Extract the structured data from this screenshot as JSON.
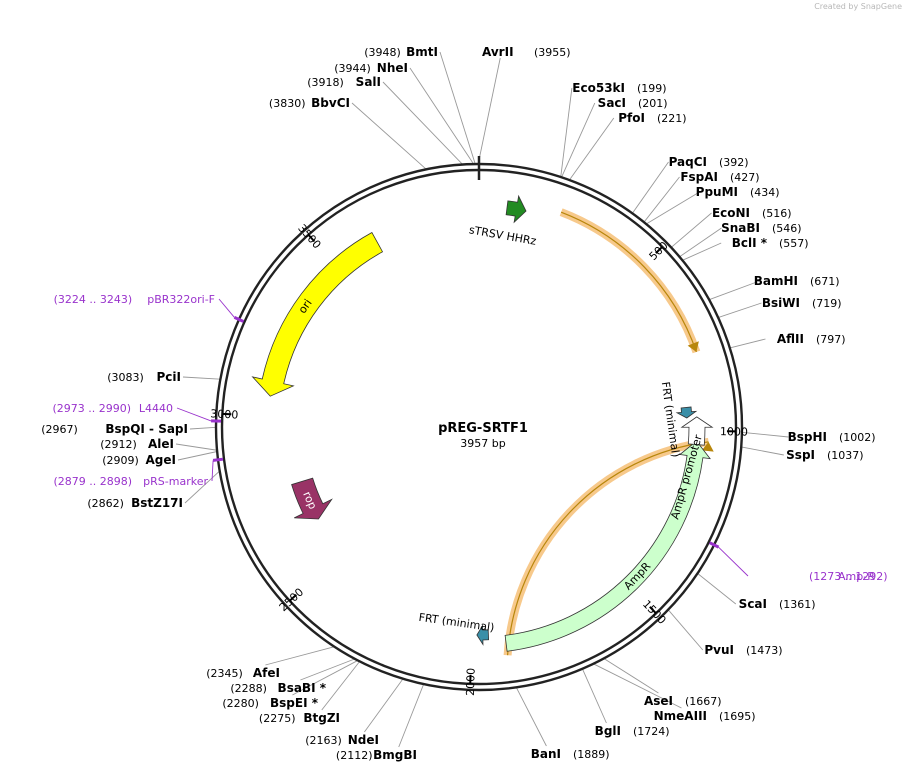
{
  "watermark": "Created by  SnapGene",
  "plasmid": {
    "name": "pREG-SRTF1",
    "size_label": "3957 bp",
    "length": 3957
  },
  "colors": {
    "backbone": "#222222",
    "ori": "#ffff00",
    "ampr": "#ccffcc",
    "rop": "#993366",
    "frt": "#3a8fa8",
    "hhrz": "#228b22",
    "orf": "#f7c98b",
    "primer": "#9933cc",
    "leader": "#999999"
  },
  "ticks": [
    {
      "pos": 500,
      "label": "500"
    },
    {
      "pos": 1000,
      "label": "1000"
    },
    {
      "pos": 1500,
      "label": "1500"
    },
    {
      "pos": 2000,
      "label": "2000"
    },
    {
      "pos": 2500,
      "label": "2500"
    },
    {
      "pos": 3000,
      "label": "3000"
    },
    {
      "pos": 3500,
      "label": "3500"
    }
  ],
  "features": [
    {
      "id": "ori",
      "label": "ori",
      "start": 3060,
      "end": 3640,
      "strand": -1,
      "type": "ori"
    },
    {
      "id": "ampr",
      "label": "AmpR",
      "start": 1030,
      "end": 1900,
      "strand": -1,
      "type": "ampr"
    },
    {
      "id": "ampr-promoter",
      "label": "AmpR promoter",
      "start": 960,
      "end": 1040,
      "strand": -1,
      "type": "promoter"
    },
    {
      "id": "rop",
      "label": "rop",
      "start": 2640,
      "end": 2780,
      "strand": -1,
      "type": "rop"
    },
    {
      "id": "frt-1",
      "label": "FRT (minimal)",
      "start": 930,
      "end": 962,
      "strand": 1,
      "type": "frt"
    },
    {
      "id": "frt-2",
      "label": "FRT (minimal)",
      "start": 1950,
      "end": 1985,
      "strand": 1,
      "type": "frt"
    },
    {
      "id": "strsv",
      "label": "sTRSV HHRz",
      "start": 80,
      "end": 135,
      "strand": 1,
      "type": "hhrz"
    }
  ],
  "orfs": [
    {
      "start": 230,
      "end": 780,
      "strand": 1
    },
    {
      "start": 1030,
      "end": 1900,
      "strand": -1
    }
  ],
  "primers": [
    {
      "name": "pBR322ori-F",
      "range": "(3224 .. 3243)",
      "pos": 3233
    },
    {
      "name": "L4440",
      "range": "(2973 .. 2990)",
      "pos": 2982
    },
    {
      "name": "pRS-marker",
      "range": "(2879 .. 2898)",
      "pos": 2889
    },
    {
      "name": "Amp-R",
      "range": "(1273 .. 1292)",
      "pos": 1282
    }
  ],
  "sites": [
    {
      "name": "AvrII",
      "pos": "(3955)",
      "bp": 3955
    },
    {
      "name": "BmtI",
      "pos": "(3948)",
      "bp": 3948
    },
    {
      "name": "NheI",
      "pos": "(3944)",
      "bp": 3944
    },
    {
      "name": "SalI",
      "pos": "(3918)",
      "bp": 3918
    },
    {
      "name": "BbvCI",
      "pos": "(3830)",
      "bp": 3830
    },
    {
      "name": "Eco53kI",
      "pos": "(199)",
      "bp": 199
    },
    {
      "name": "SacI",
      "pos": "(201)",
      "bp": 201
    },
    {
      "name": "PfoI",
      "pos": "(221)",
      "bp": 221
    },
    {
      "name": "PaqCI",
      "pos": "(392)",
      "bp": 392
    },
    {
      "name": "FspAI",
      "pos": "(427)",
      "bp": 427
    },
    {
      "name": "PpuMI",
      "pos": "(434)",
      "bp": 434
    },
    {
      "name": "EcoNI",
      "pos": "(516)",
      "bp": 516
    },
    {
      "name": "SnaBI",
      "pos": "(546)",
      "bp": 546
    },
    {
      "name": "BclI *",
      "pos": "(557)",
      "bp": 557
    },
    {
      "name": "BamHI",
      "pos": "(671)",
      "bp": 671
    },
    {
      "name": "BsiWI",
      "pos": "(719)",
      "bp": 719
    },
    {
      "name": "AflII",
      "pos": "(797)",
      "bp": 797
    },
    {
      "name": "BspHI",
      "pos": "(1002)",
      "bp": 1002
    },
    {
      "name": "SspI",
      "pos": "(1037)",
      "bp": 1037
    },
    {
      "name": "ScaI",
      "pos": "(1361)",
      "bp": 1361
    },
    {
      "name": "PvuI",
      "pos": "(1473)",
      "bp": 1473
    },
    {
      "name": "AseI",
      "pos": "(1667)",
      "bp": 1667
    },
    {
      "name": "NmeAIII",
      "pos": "(1695)",
      "bp": 1695
    },
    {
      "name": "BglI",
      "pos": "(1724)",
      "bp": 1724
    },
    {
      "name": "BanI",
      "pos": "(1889)",
      "bp": 1889
    },
    {
      "name": "BmgBI",
      "pos": "(2112)",
      "bp": 2112
    },
    {
      "name": "NdeI",
      "pos": "(2163)",
      "bp": 2163
    },
    {
      "name": "BtgZI",
      "pos": "(2275)",
      "bp": 2275
    },
    {
      "name": "BspEI *",
      "pos": "(2280)",
      "bp": 2280
    },
    {
      "name": "BsaBI *",
      "pos": "(2288)",
      "bp": 2288
    },
    {
      "name": "AfeI",
      "pos": "(2345)",
      "bp": 2345
    },
    {
      "name": "BstZ17I",
      "pos": "(2862)",
      "bp": 2862
    },
    {
      "name": "AgeI",
      "pos": "(2909)",
      "bp": 2909
    },
    {
      "name": "AleI",
      "pos": "(2912)",
      "bp": 2912
    },
    {
      "name": "BspQI  -  SapI",
      "pos": "(2967)",
      "bp": 2967
    },
    {
      "name": "PciI",
      "pos": "(3083)",
      "bp": 3083
    }
  ]
}
